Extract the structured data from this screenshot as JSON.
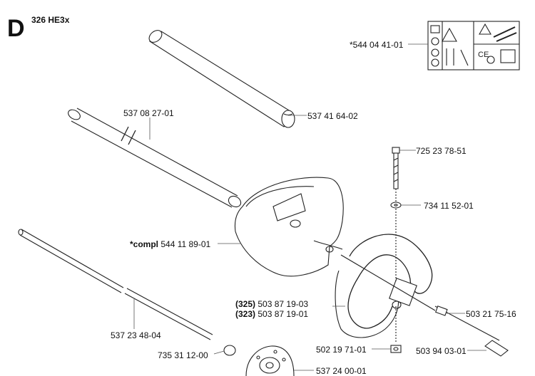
{
  "header": {
    "section": "D",
    "model": "326 HE3x"
  },
  "labels": {
    "decal": "*544 04 41-01",
    "shaft_tube": "537 41 64-02",
    "tube": "537 08 27-01",
    "screw": "725 23 78-51",
    "washer": "734 11 52-01",
    "guard_prefix": "*compl",
    "guard": "544 11 89-01",
    "handle_325_tag": "(325)",
    "handle_325": "503 87 19-03",
    "handle_323_tag": "(323)",
    "handle_323": "503 87 19-01",
    "cable": "503 21 75-16",
    "drive_shaft": "537 23 48-04",
    "nut": "502 19 71-01",
    "switch": "503 94 03-01",
    "oring": "735 31 12-00",
    "clutch_drum": "537 24 00-01"
  }
}
